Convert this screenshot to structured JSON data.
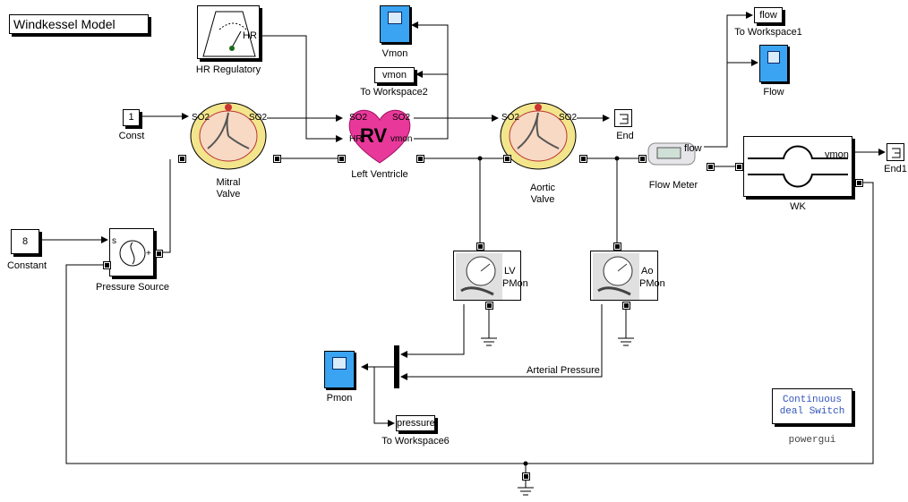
{
  "title": "Windkessel Model",
  "blocks": {
    "hr_regulatory": {
      "label": "HR Regulatory",
      "port": "HR"
    },
    "const": {
      "value": "1",
      "label": "Const"
    },
    "mitral": {
      "label_line1": "Mitral",
      "label_line2": "Valve",
      "port_in": "SO2",
      "port_out": "SO2"
    },
    "left_ventricle": {
      "label": "Left Ventricle",
      "badge": "RV",
      "port_so2_in": "SO2",
      "port_hr": "HR",
      "port_so2_out": "SO2",
      "port_vmon": "vmon"
    },
    "vmon_scope": {
      "label": "Vmon"
    },
    "to_ws2": {
      "var": "vmon",
      "label": "To Workspace2"
    },
    "aortic": {
      "label_line1": "Aortic",
      "label_line2": "Valve",
      "port_in": "SO2",
      "port_out": "SO2"
    },
    "end": {
      "label": "End"
    },
    "flow_meter": {
      "label": "Flow Meter",
      "port": "flow"
    },
    "to_ws1": {
      "var": "flow",
      "label": "To Workspace1"
    },
    "flow_scope": {
      "label": "Flow"
    },
    "wk": {
      "label": "WK",
      "port": "vmon"
    },
    "end1": {
      "label": "End1"
    },
    "constant": {
      "value": "8",
      "label": "Constant"
    },
    "pressure_source": {
      "label": "Pressure Source",
      "port_s": "s",
      "port_plus": "+"
    },
    "lv_pmon": {
      "line1": "LV",
      "line2": "PMon"
    },
    "ao_pmon": {
      "line1": "Ao",
      "line2": "PMon"
    },
    "pmon_scope": {
      "label": "Pmon"
    },
    "to_ws6": {
      "var": "pressure",
      "label": "To Workspace6"
    },
    "arterial_pressure": "Arterial Pressure",
    "powergui": {
      "line1": "Continuous",
      "line2": "deal Switch",
      "label": "powergui"
    }
  },
  "colors": {
    "scope": "#3aa3f2",
    "heart": "#e8399a",
    "valve": "#f3e58c",
    "port": "#000000"
  }
}
